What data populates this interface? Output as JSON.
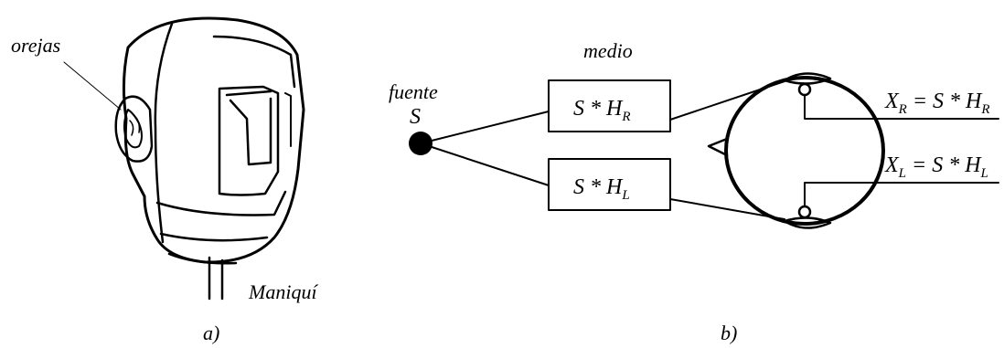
{
  "panel_a": {
    "ear_label": "orejas",
    "mannequin_label": "Maniquí",
    "caption": "a)"
  },
  "panel_b": {
    "medium_label": "medio",
    "source_label": "fuente",
    "source_symbol": "S",
    "box_right": {
      "base": "S * H",
      "sub": "R"
    },
    "box_left": {
      "base": "S * H",
      "sub": "L"
    },
    "output_right": {
      "x": "X",
      "x_sub": "R",
      "eq": " = S * H",
      "h_sub": "R"
    },
    "output_left": {
      "x": "X",
      "x_sub": "L",
      "eq": " = S * H",
      "h_sub": "L"
    },
    "caption": "b)"
  }
}
